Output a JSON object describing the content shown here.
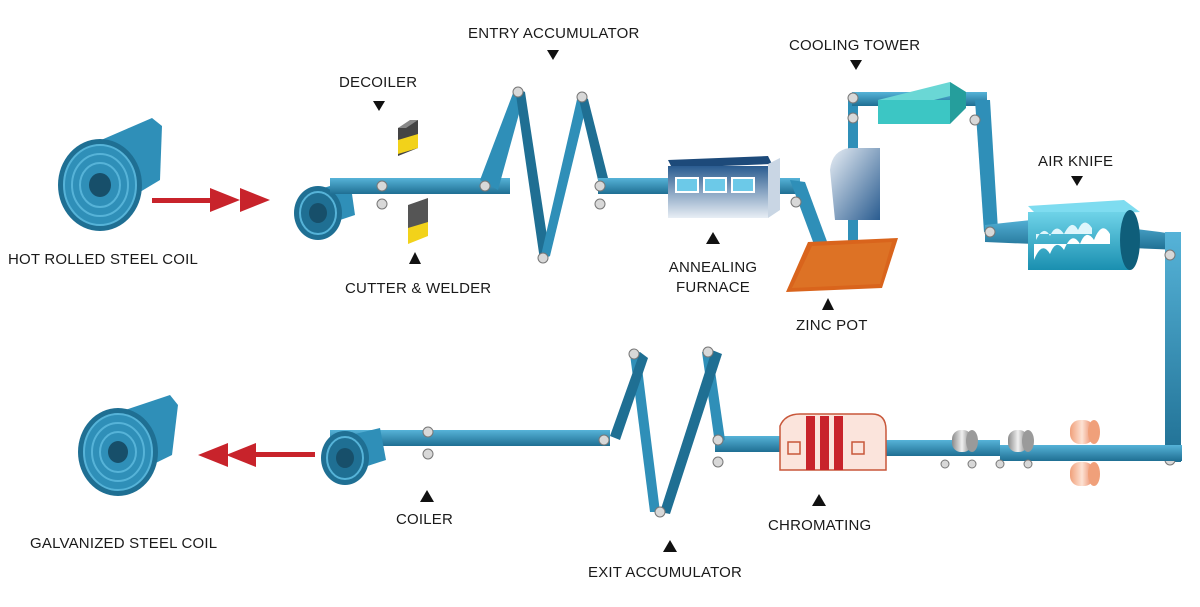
{
  "labels": {
    "hot_rolled_coil": "HOT ROLLED STEEL COIL",
    "decoiler": "DECOILER",
    "cutter_welder": "CUTTER & WELDER",
    "entry_accumulator": "ENTRY ACCUMULATOR",
    "annealing_furnace_1": "ANNEALING",
    "annealing_furnace_2": "FURNACE",
    "cooling_tower": "COOLING TOWER",
    "zinc_pot": "ZINC POT",
    "air_knife": "AIR KNIFE",
    "galvanized_coil": "GALVANIZED STEEL COIL",
    "coiler": "COILER",
    "exit_accumulator": "EXIT ACCUMULATOR",
    "chromating": "CHROMATING"
  },
  "colors": {
    "strip": "#2f8fb8",
    "strip_dark": "#1f6f93",
    "strip_light": "#56b3d8",
    "arrow": "#c8232b",
    "zinc_pot": "#d9641c",
    "cooling_tower": "#3cc6c4",
    "roller": "#b8b8b8",
    "text": "#1a1a1a"
  }
}
